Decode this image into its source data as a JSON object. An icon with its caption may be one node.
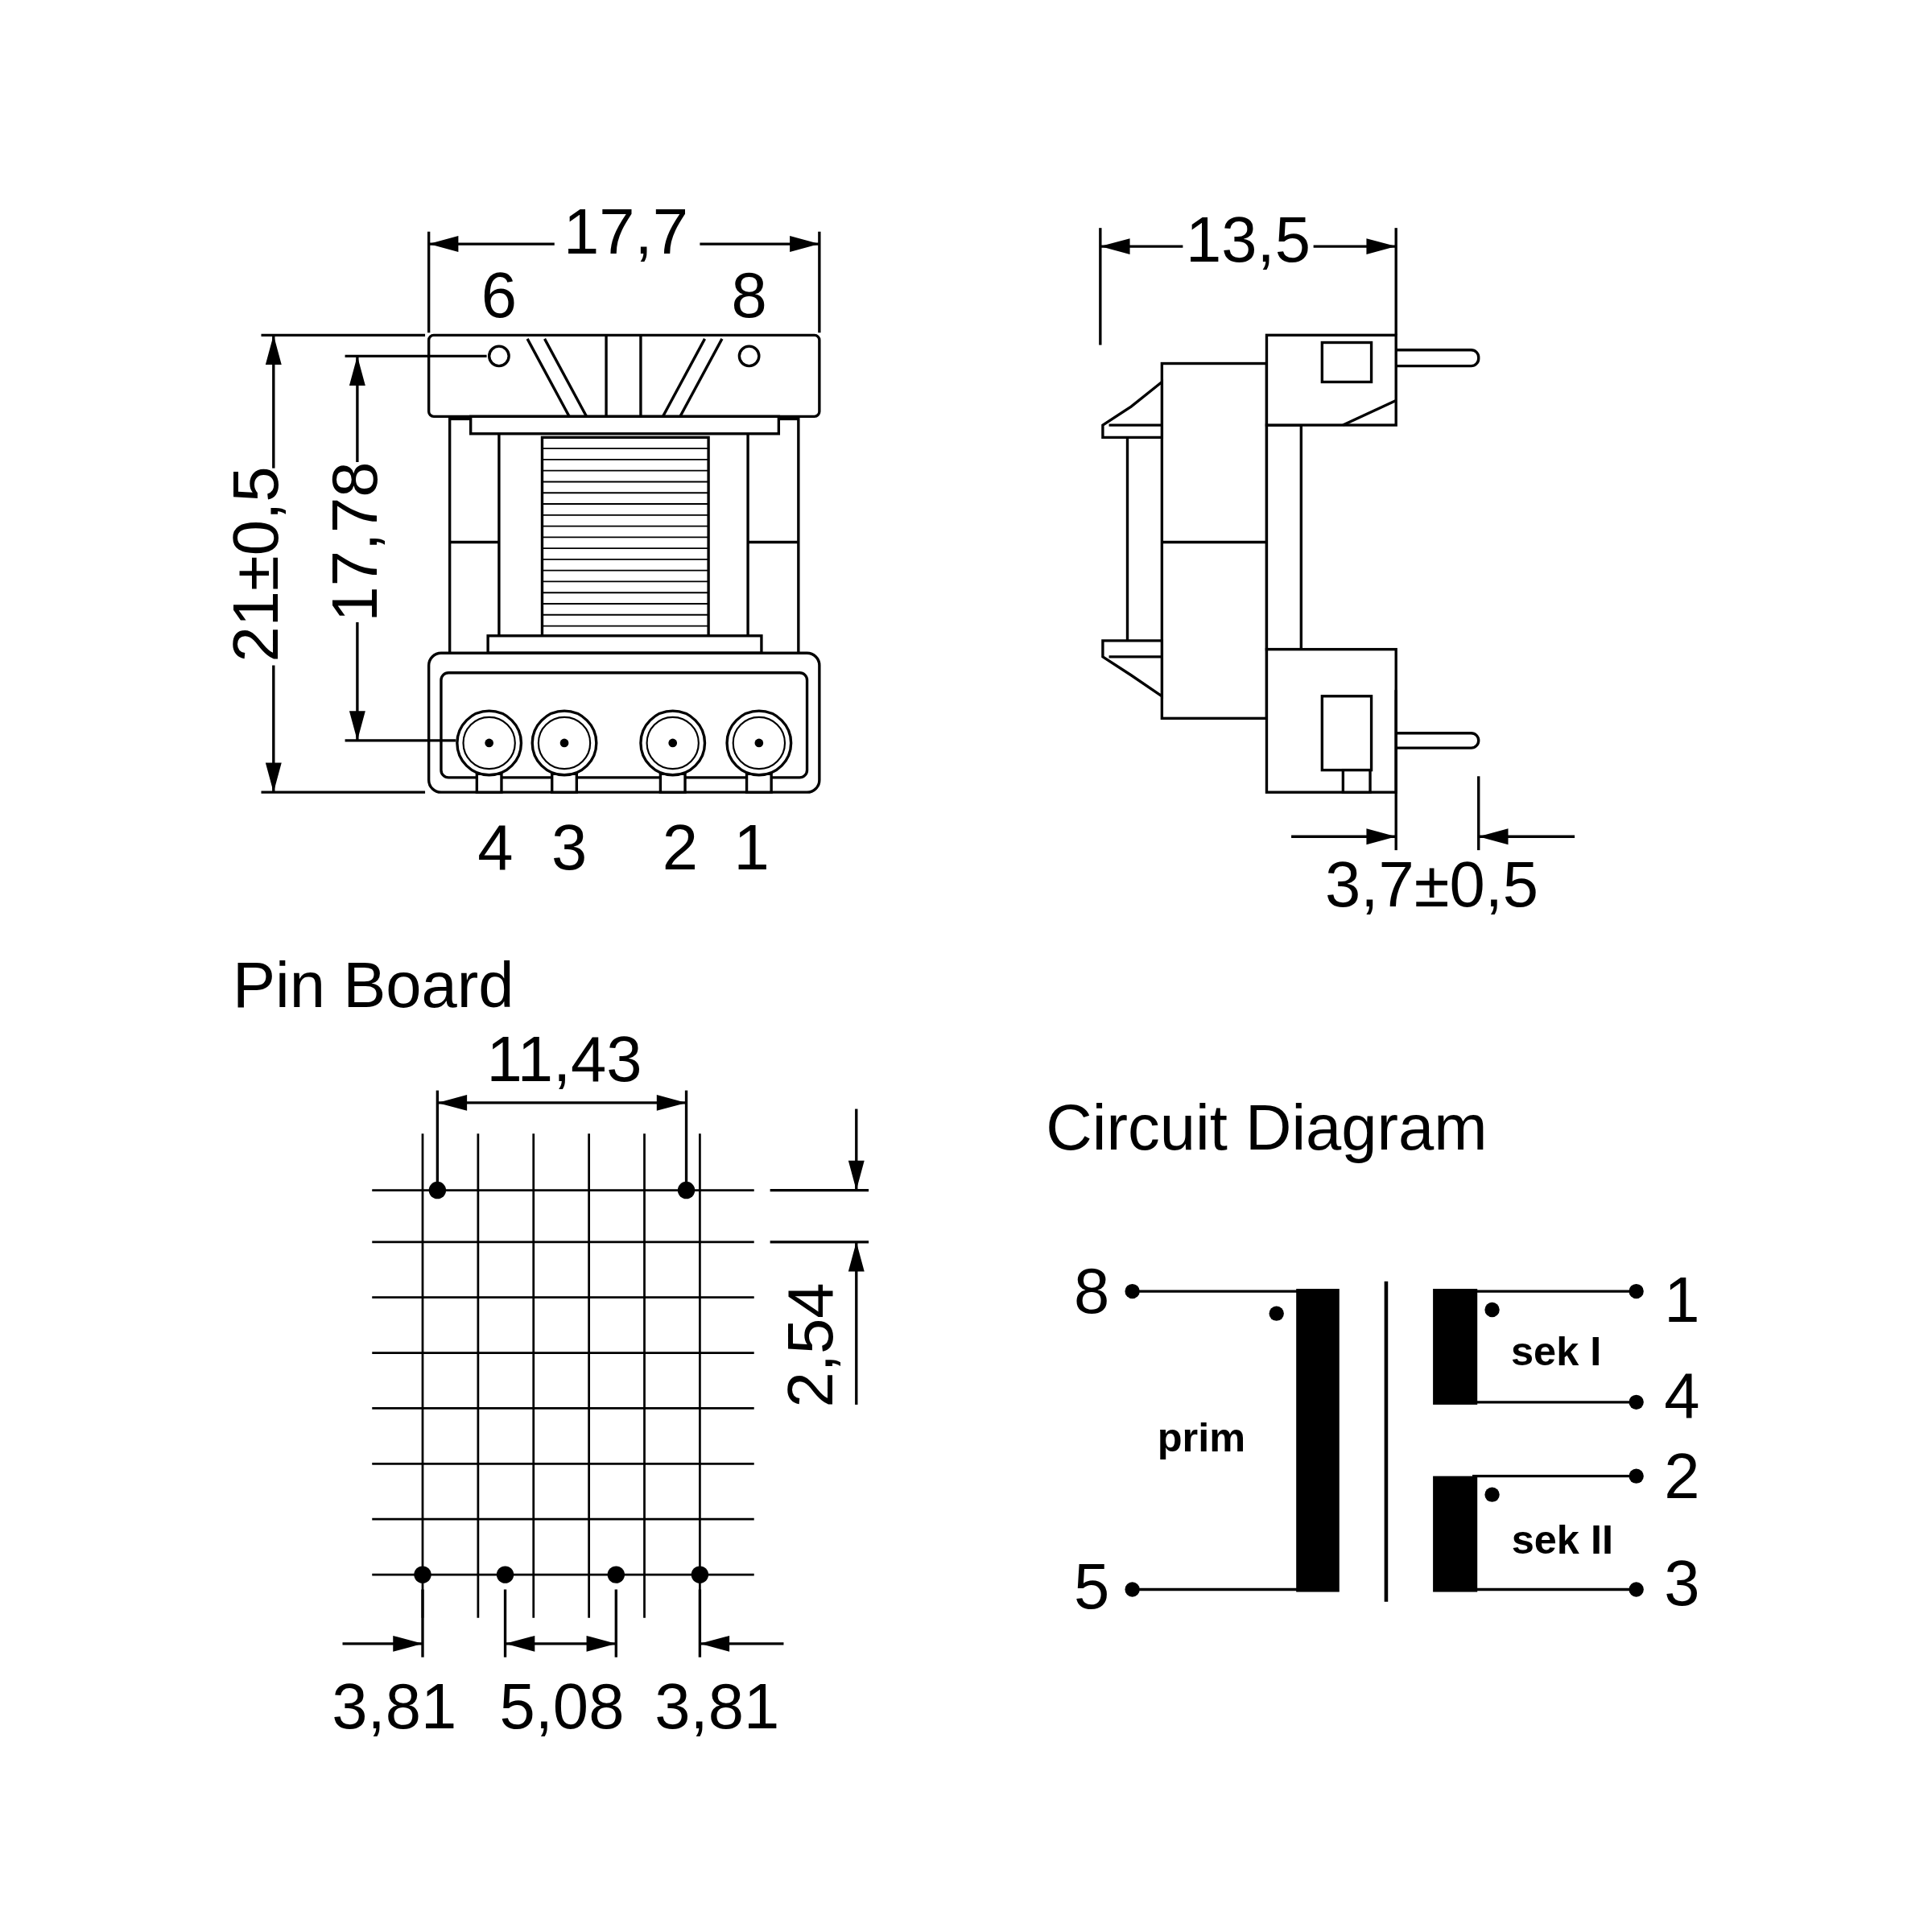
{
  "diagram": {
    "labels": [
      "17,7",
      "6",
      "8",
      "13,5",
      "21±0,5",
      "17,78",
      "4",
      "3",
      "2",
      "1",
      "3,7±0,5",
      "Pin Board",
      "11,43",
      "Circuit Diagram",
      "8",
      "1",
      "sek I",
      "2,54",
      "4",
      "prim",
      "2",
      "sek II",
      "5",
      "3",
      "3,81",
      "5,08",
      "3,81"
    ]
  }
}
